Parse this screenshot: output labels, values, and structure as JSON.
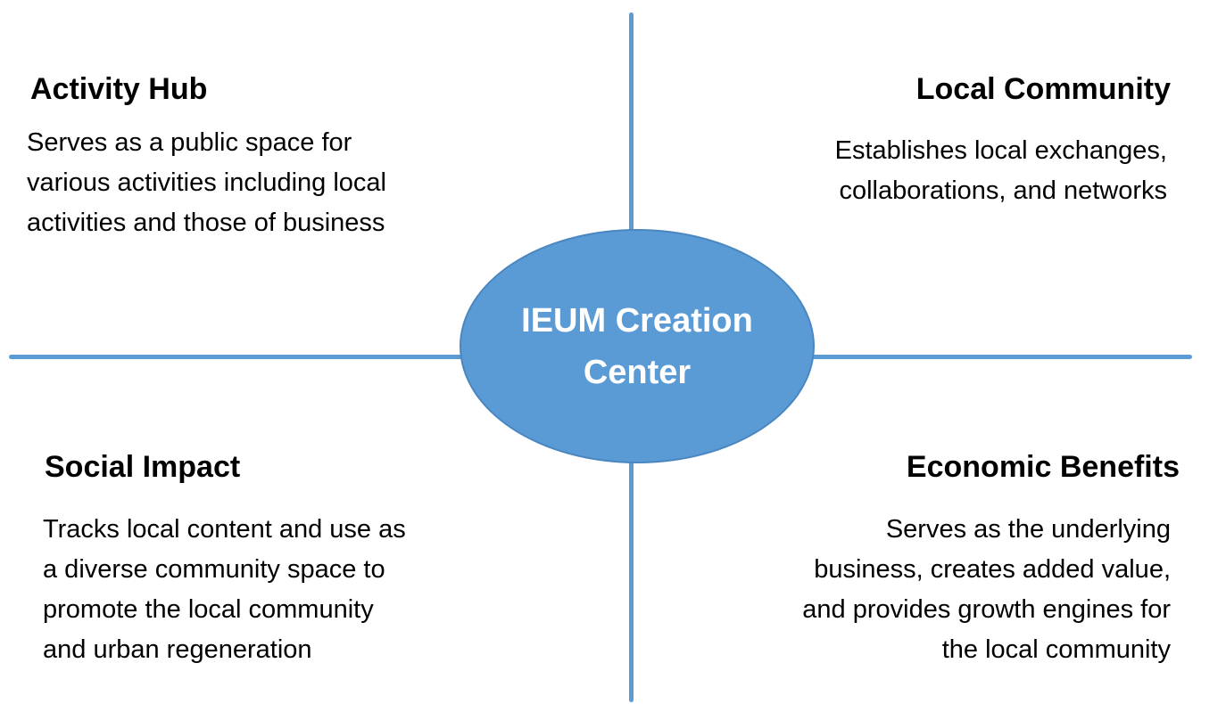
{
  "center": {
    "label_line1": "IEUM Creation",
    "label_line2": "Center"
  },
  "quadrants": {
    "top_left": {
      "title": "Activity Hub",
      "lines": [
        "Serves as a public space for",
        "various activities including local",
        "activities and those of business"
      ]
    },
    "top_right": {
      "title": "Local Community",
      "lines": [
        "Establishes local exchanges,",
        "collaborations, and networks"
      ]
    },
    "bottom_left": {
      "title": "Social Impact",
      "lines": [
        "Tracks local content and use as",
        "a diverse community space to",
        "promote the local community",
        "and urban regeneration"
      ]
    },
    "bottom_right": {
      "title": "Economic Benefits",
      "lines": [
        "Serves as the underlying",
        "business, creates added value,",
        "and provides growth engines for",
        "the local community"
      ]
    }
  },
  "colors": {
    "accent": "#5b9bd5",
    "center_text": "#ffffff"
  }
}
